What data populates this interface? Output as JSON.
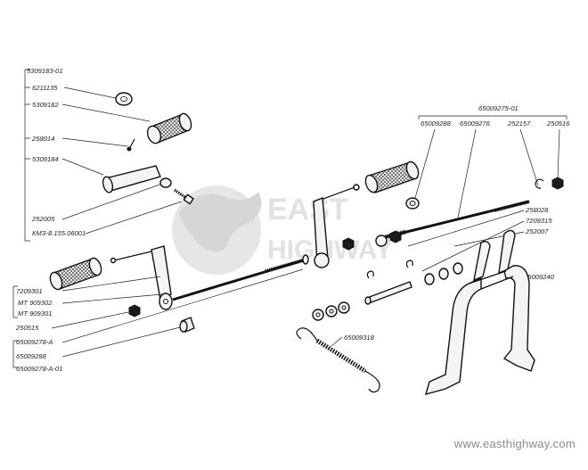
{
  "watermark": {
    "line1": "EAST",
    "line2": "HIGHWAY"
  },
  "website": "www.easthighway.com",
  "labels": {
    "l5309183": "5309183-01",
    "l6211135": "6211135",
    "l5309182": "5309182",
    "l258014": "258014",
    "l5309184": "5309184",
    "l252005": "252005",
    "lkm3": "КМЗ-8.155.06001",
    "l65009275": "65009275-01",
    "l65009288a": "65009288",
    "l65009276": "65009276",
    "l252157": "252157",
    "l250516": "250516",
    "l258028": "258028",
    "l7209315": "7209315",
    "l252007": "252007",
    "l65009240": "65009240",
    "l7209301": "7209301",
    "lMT302": "MT 909302",
    "lMT301": "MT 909301",
    "l250515": "250515",
    "l65009278a": "65009278-A",
    "l65009288b": "65009288",
    "l65009278a01": "65009278-A-01",
    "l65009318": "65009318"
  }
}
